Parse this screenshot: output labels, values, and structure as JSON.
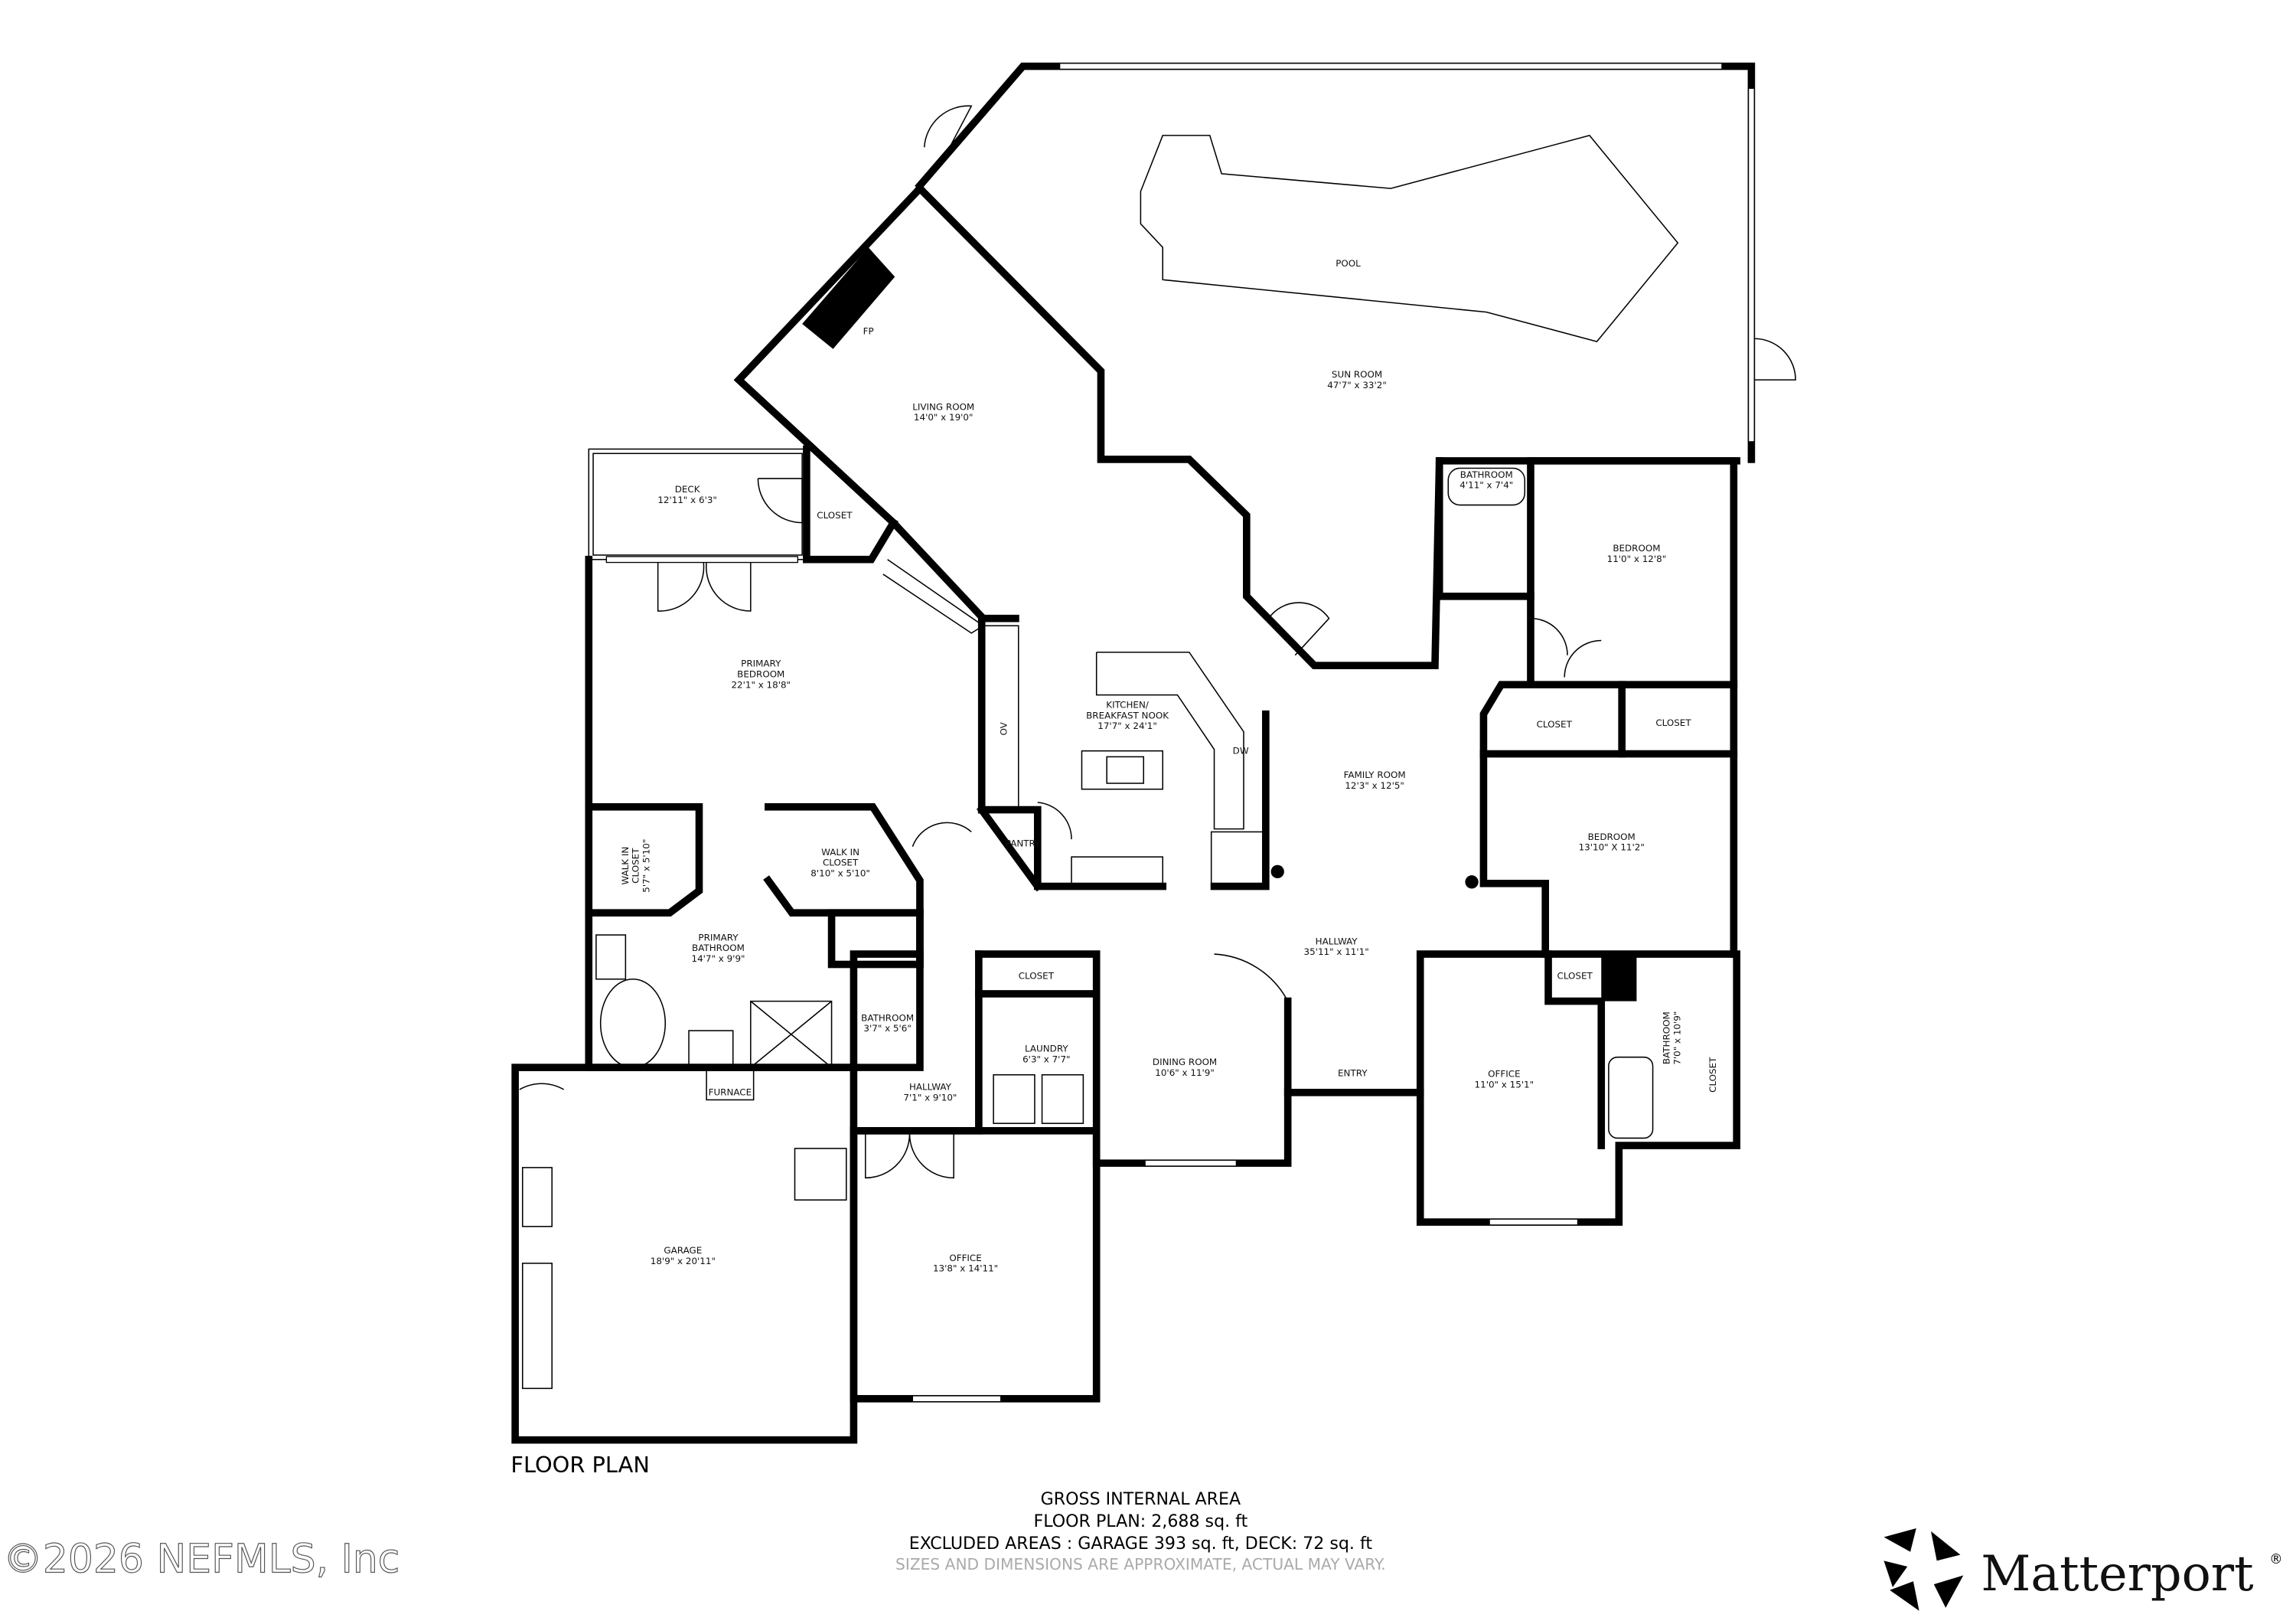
{
  "title": "FLOOR PLAN",
  "rooms": [
    {
      "lines": [
        "POOL"
      ]
    },
    {
      "lines": [
        "SUN ROOM",
        "47'7\" x 33'2\""
      ]
    },
    {
      "lines": [
        "LIVING ROOM",
        "14'0\" x 19'0\""
      ]
    },
    {
      "lines": [
        "FP"
      ]
    },
    {
      "lines": [
        "DECK",
        "12'11\" x 6'3\""
      ]
    },
    {
      "lines": [
        "CLOSET"
      ]
    },
    {
      "lines": [
        "PRIMARY",
        "BEDROOM",
        "22'1\" x 18'8\""
      ]
    },
    {
      "lines": [
        "OV"
      ]
    },
    {
      "lines": [
        "KITCHEN/",
        "BREAKFAST NOOK",
        "17'7\" x 24'1\""
      ]
    },
    {
      "lines": [
        "DW"
      ]
    },
    {
      "lines": [
        "FAMILY ROOM",
        "12'3\" x 12'5\""
      ]
    },
    {
      "lines": [
        "BATHROOM",
        "4'11\" x 7'4\""
      ]
    },
    {
      "lines": [
        "BEDROOM",
        "11'0\" x 12'8\""
      ]
    },
    {
      "lines": [
        "CLOSET"
      ]
    },
    {
      "lines": [
        "CLOSET"
      ]
    },
    {
      "lines": [
        "BEDROOM",
        "13'10\" X 11'2\""
      ]
    },
    {
      "lines": [
        "WALK IN",
        "CLOSET",
        "5'7\" x 5'10\""
      ]
    },
    {
      "lines": [
        "WALK IN",
        "CLOSET",
        "8'10\" x 5'10\""
      ]
    },
    {
      "lines": [
        "PANTRY"
      ]
    },
    {
      "lines": [
        "PRIMARY",
        "BATHROOM",
        "14'7\" x 9'9\""
      ]
    },
    {
      "lines": [
        "BATHROOM",
        "3'7\" x 5'6\""
      ]
    },
    {
      "lines": [
        "CLOSET"
      ]
    },
    {
      "lines": [
        "LAUNDRY",
        "6'3\" x 7'7\""
      ]
    },
    {
      "lines": [
        "FURNACE"
      ]
    },
    {
      "lines": [
        "HALLWAY",
        "7'1\" x 9'10\""
      ]
    },
    {
      "lines": [
        "DINING ROOM",
        "10'6\" x 11'9\""
      ]
    },
    {
      "lines": [
        "HALLWAY",
        "35'11\" x 11'1\""
      ]
    },
    {
      "lines": [
        "ENTRY"
      ]
    },
    {
      "lines": [
        "OFFICE",
        "11'0\" x 15'1\""
      ]
    },
    {
      "lines": [
        "CLOSET"
      ]
    },
    {
      "lines": [
        "BATHROOM",
        "7'0\" x 10'9\""
      ]
    },
    {
      "lines": [
        "CLOSET"
      ]
    },
    {
      "lines": [
        "GARAGE",
        "18'9\" x 20'11\""
      ]
    },
    {
      "lines": [
        "OFFICE",
        "13'8\" x 14'11\""
      ]
    }
  ],
  "area": {
    "heading": "GROSS INTERNAL AREA",
    "floor_plan": "FLOOR PLAN: 2,688 sq. ft",
    "excluded": "EXCLUDED AREAS : GARAGE 393 sq. ft, DECK: 72 sq. ft",
    "disclaimer": "SIZES AND DIMENSIONS ARE APPROXIMATE, ACTUAL MAY VARY."
  },
  "watermark": "©2026 NEFMLS, Inc",
  "brand": {
    "name": "Matterport",
    "mark": "®",
    "icon": "matterport-logo-icon"
  }
}
